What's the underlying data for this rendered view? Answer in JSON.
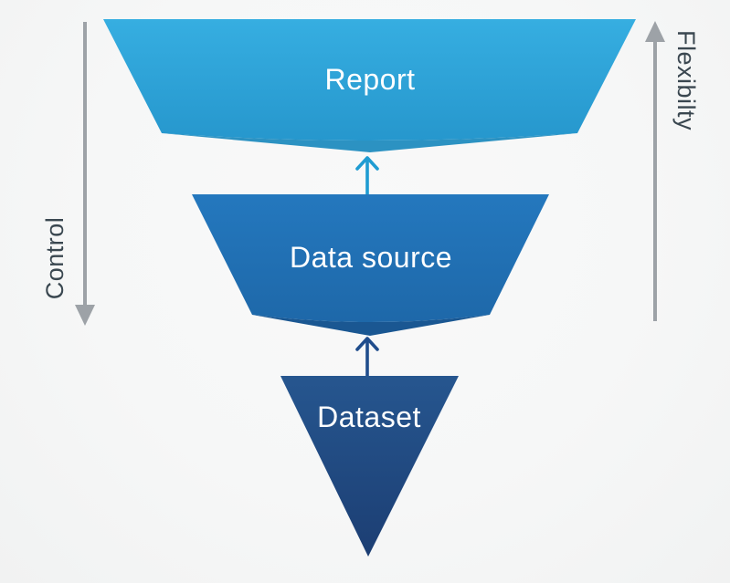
{
  "diagram": {
    "type": "inverted-funnel",
    "segments": [
      {
        "label": "Report"
      },
      {
        "label": "Data source"
      },
      {
        "label": "Dataset"
      }
    ],
    "left_axis_label": "Control",
    "left_axis_direction": "down",
    "right_axis_label": "Flexibilty",
    "right_axis_direction": "up"
  },
  "colors": {
    "background": "#F6F7F7",
    "report_top": "#36AEE1",
    "report_bottom": "#2697CD",
    "report_fold": "#2C92C2",
    "datasource_top": "#2478BE",
    "datasource_bottom": "#1E68A9",
    "datasource_fold": "#1A5792",
    "dataset_top": "#26568F",
    "dataset_bottom": "#1C3E73",
    "arrow_report": "#1F9CD2",
    "arrow_datasource": "#204D8C",
    "axis_arrow_gray": "#9DA2A7",
    "axis_label_text": "#3A4750",
    "segment_label_text": "#FFFFFF"
  }
}
